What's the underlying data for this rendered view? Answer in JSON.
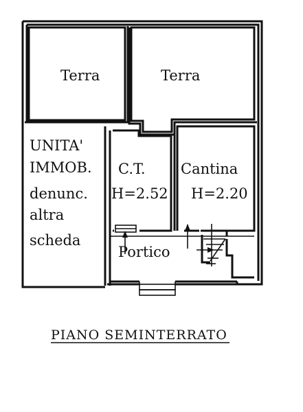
{
  "rooms": {
    "terra_left": "Terra",
    "terra_right": "Terra",
    "unita_line1": "UNITA'",
    "unita_line2": "IMMOB.",
    "unita_line3": "denunc.",
    "unita_line4": "altra",
    "unita_line5": "scheda",
    "ct_name": "C.T.",
    "ct_height": "H=2.52",
    "cantina_name": "Cantina",
    "cantina_height": "H=2.20",
    "portico": "Portico"
  },
  "caption": "PIANO SEMINTERRATO"
}
